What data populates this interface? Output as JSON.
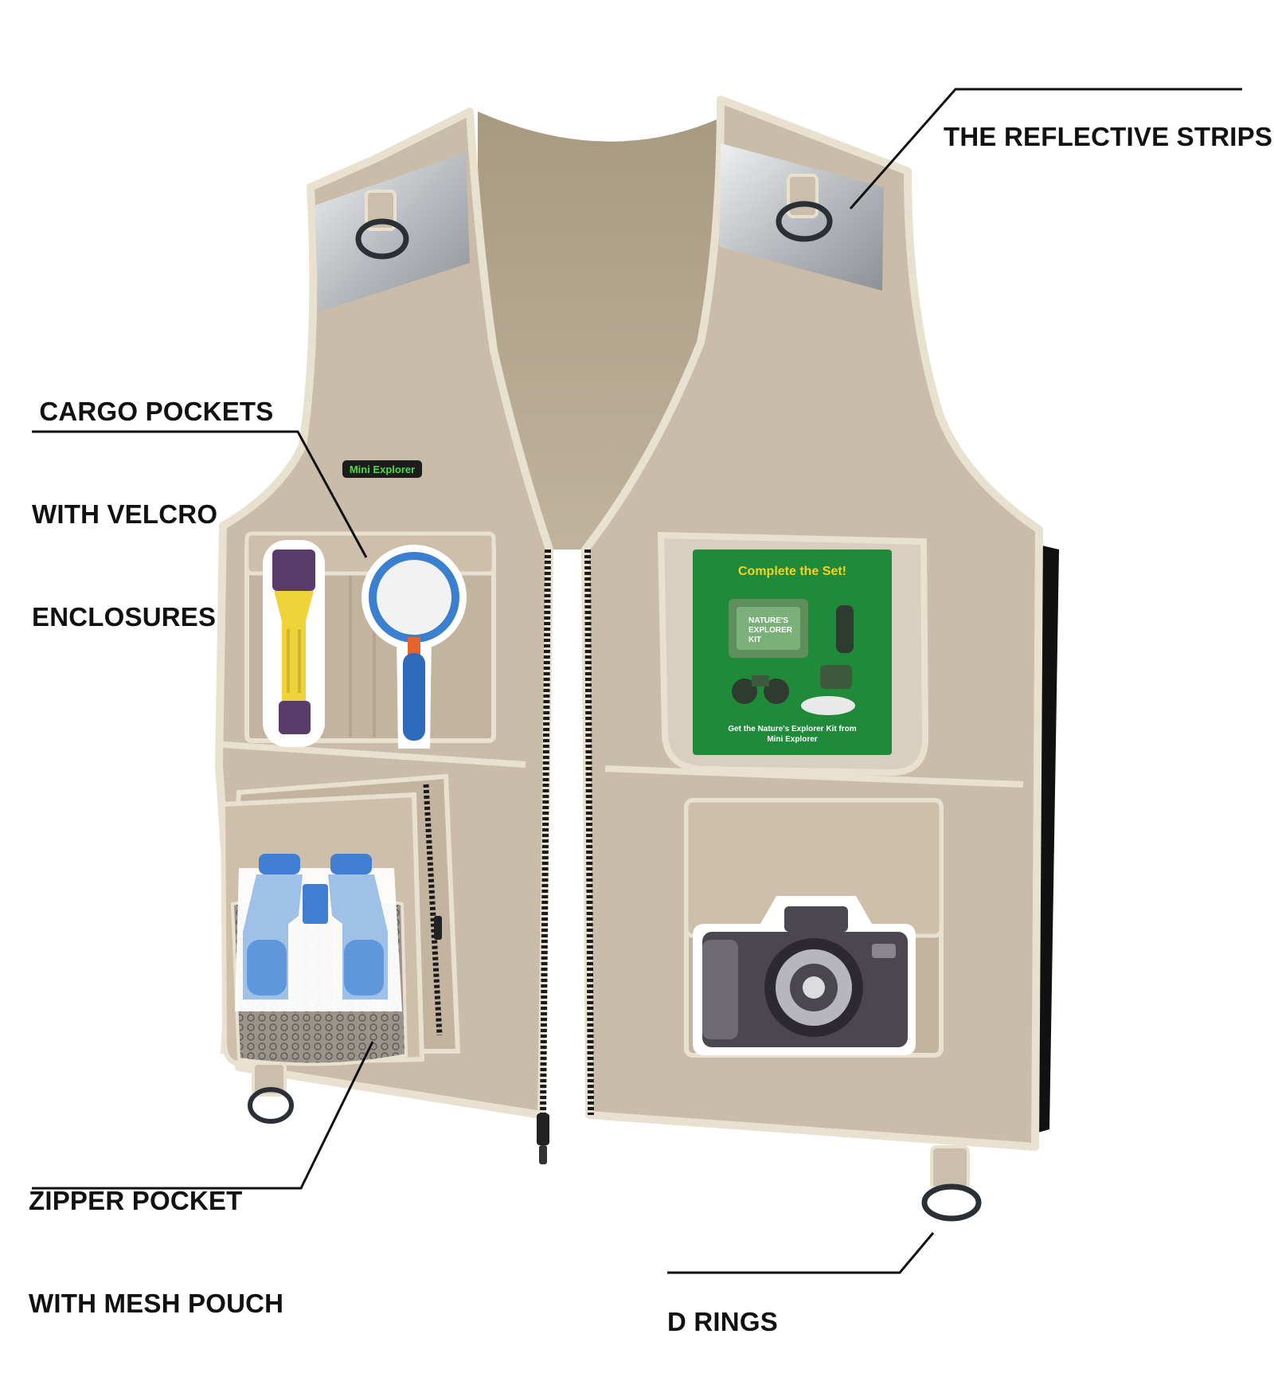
{
  "colors": {
    "fabric": "#c9bca8",
    "fabric_shade": "#b3a690",
    "trim": "#e9e1d0",
    "reflective": "#c4c6c8",
    "side_panel": "#111111",
    "mesh": "#8f8a83",
    "card_green": "#1f8a3a",
    "card_title": "#f4d21f"
  },
  "callouts": {
    "reflective": {
      "lines": [
        "THE REFLECTIVE STRIPS"
      ]
    },
    "cargo": {
      "lines": [
        " CARGO POCKETS",
        "WITH VELCRO",
        "ENCLOSURES"
      ]
    },
    "zipper": {
      "lines": [
        "ZIPPER POCKET",
        "WITH MESH POUCH"
      ]
    },
    "drings": {
      "lines": [
        "D RINGS"
      ]
    }
  },
  "brand_patch": {
    "text": "Mini Explorer"
  },
  "promo_card": {
    "title": "Complete the Set!",
    "footer_line1": "Get the Nature's Explorer Kit from",
    "footer_line2": "Mini Explorer",
    "box_label_line1": "NATURE'S",
    "box_label_line2": "EXPLORER",
    "box_label_line3": "KIT"
  },
  "patches": [
    "flashlight-icon",
    "magnifying-glass-icon",
    "binoculars-icon",
    "camera-icon"
  ]
}
